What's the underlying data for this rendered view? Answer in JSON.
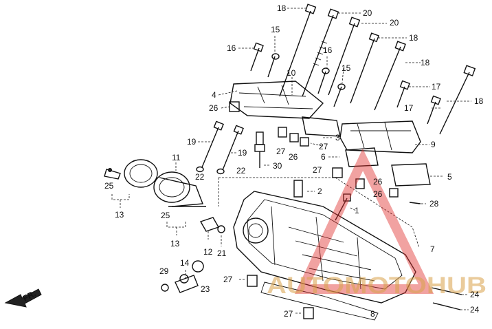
{
  "diagram": {
    "callouts": [
      {
        "id": "c18a",
        "text": "18"
      },
      {
        "id": "c20a",
        "text": "20"
      },
      {
        "id": "c20b",
        "text": "20"
      },
      {
        "id": "c18b",
        "text": "18"
      },
      {
        "id": "c18c",
        "text": "18"
      },
      {
        "id": "c18d",
        "text": "18"
      },
      {
        "id": "c15a",
        "text": "15"
      },
      {
        "id": "c16a",
        "text": "16"
      },
      {
        "id": "c16b",
        "text": "16"
      },
      {
        "id": "c15b",
        "text": "15"
      },
      {
        "id": "c10",
        "text": "10"
      },
      {
        "id": "c4",
        "text": "4"
      },
      {
        "id": "c17a",
        "text": "17"
      },
      {
        "id": "c17b",
        "text": "17"
      },
      {
        "id": "c26a",
        "text": "26"
      },
      {
        "id": "c3",
        "text": "3"
      },
      {
        "id": "c9",
        "text": "9"
      },
      {
        "id": "c27a",
        "text": "27"
      },
      {
        "id": "c27b",
        "text": "27"
      },
      {
        "id": "c26b",
        "text": "26"
      },
      {
        "id": "c6",
        "text": "6"
      },
      {
        "id": "c19a",
        "text": "19"
      },
      {
        "id": "c19b",
        "text": "19"
      },
      {
        "id": "c11",
        "text": "11"
      },
      {
        "id": "c30",
        "text": "30"
      },
      {
        "id": "c22a",
        "text": "22"
      },
      {
        "id": "c22b",
        "text": "22"
      },
      {
        "id": "c27c",
        "text": "27"
      },
      {
        "id": "c26c",
        "text": "26"
      },
      {
        "id": "c5",
        "text": "5"
      },
      {
        "id": "c25a",
        "text": "25"
      },
      {
        "id": "c2",
        "text": "2"
      },
      {
        "id": "c26d",
        "text": "26"
      },
      {
        "id": "c28",
        "text": "28"
      },
      {
        "id": "c13a",
        "text": "13"
      },
      {
        "id": "c1",
        "text": "1"
      },
      {
        "id": "c25b",
        "text": "25"
      },
      {
        "id": "c13b",
        "text": "13"
      },
      {
        "id": "c12",
        "text": "12"
      },
      {
        "id": "c21",
        "text": "21"
      },
      {
        "id": "c7",
        "text": "7"
      },
      {
        "id": "c14",
        "text": "14"
      },
      {
        "id": "c29",
        "text": "29"
      },
      {
        "id": "c23",
        "text": "23"
      },
      {
        "id": "c27d",
        "text": "27"
      },
      {
        "id": "c24a",
        "text": "24"
      },
      {
        "id": "c24b",
        "text": "24"
      },
      {
        "id": "c8",
        "text": "8"
      },
      {
        "id": "c27e",
        "text": "27"
      },
      {
        "id": "cfr",
        "text": "FR."
      }
    ],
    "watermark": {
      "text": "AUTOMOTOHUB",
      "triangle_color": "#e0302f",
      "text_color_1": "#d9a24a",
      "text_color_2": "#e0302f"
    }
  }
}
